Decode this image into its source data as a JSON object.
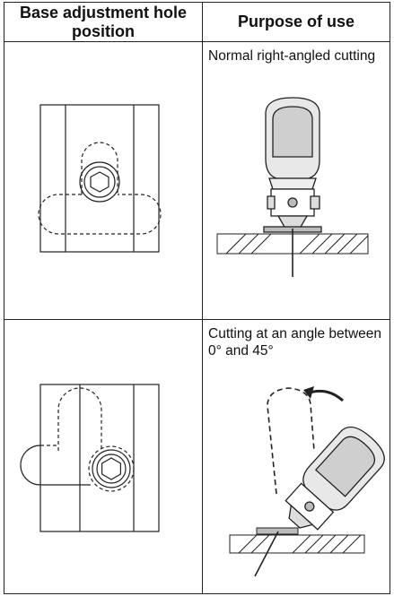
{
  "table": {
    "col1_header": "Base adjustment hole position",
    "col2_header": "Purpose of use",
    "rows": [
      {
        "purpose": "Normal right-angled cutting",
        "illustration": "jigsaw-upright-icon",
        "diagram": "base-hole-straight-icon"
      },
      {
        "purpose": "Cutting at an angle between 0° and 45°",
        "illustration": "jigsaw-tilted-icon",
        "diagram": "base-hole-bevel-icon"
      }
    ]
  }
}
